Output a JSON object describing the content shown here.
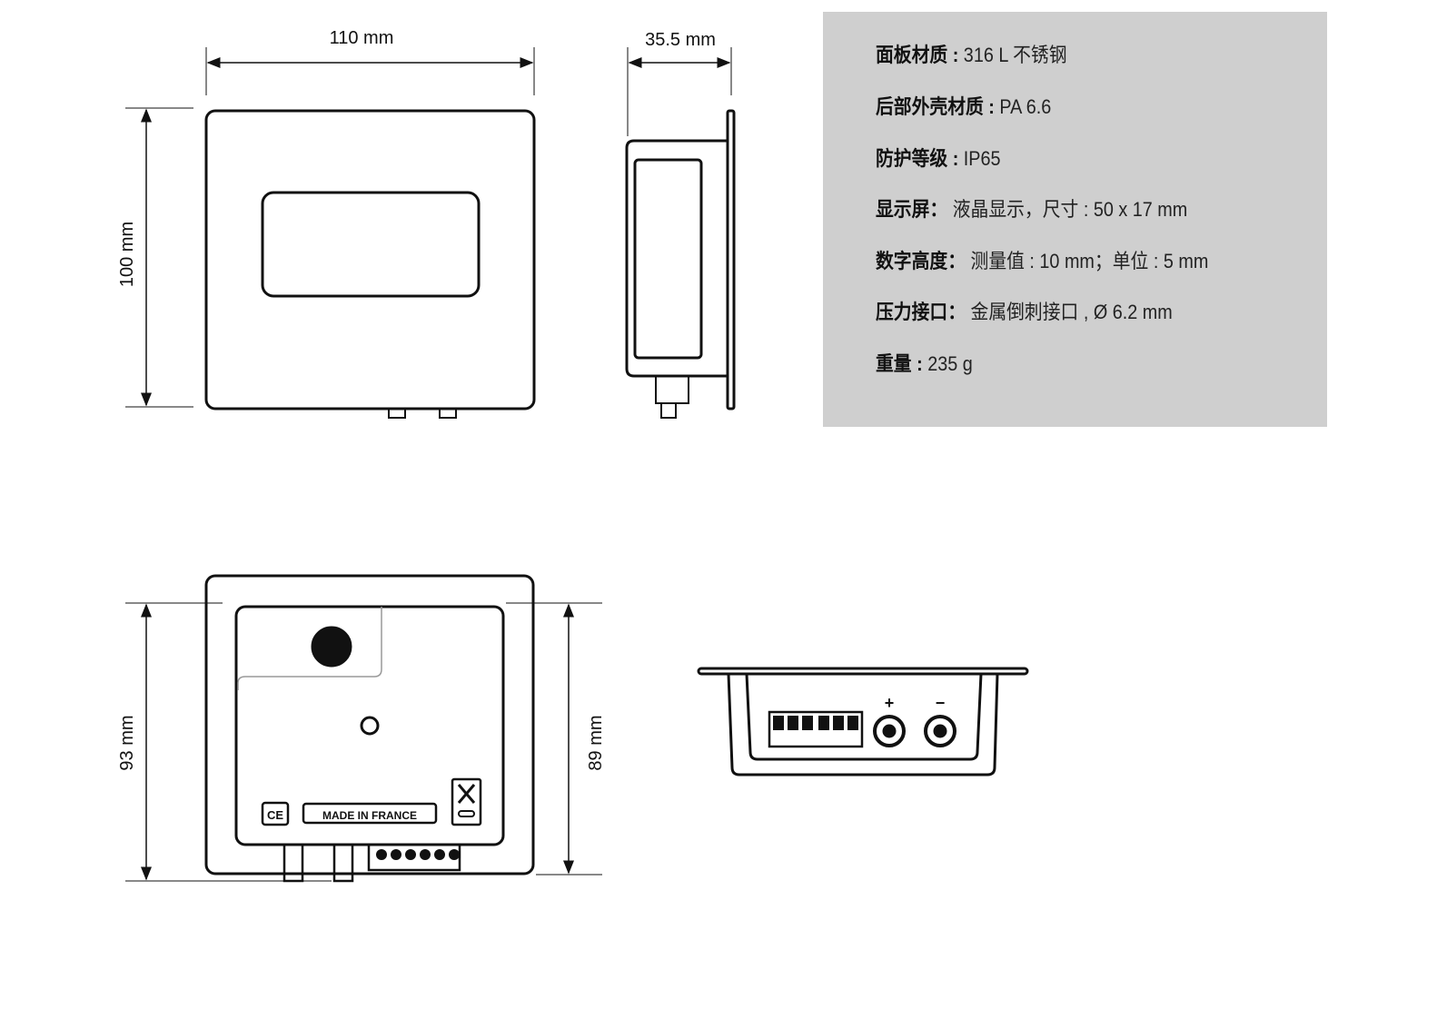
{
  "dimensions": {
    "front_width": "110 mm",
    "front_height": "100 mm",
    "side_depth": "35.5 mm",
    "back_outer_height": "93 mm",
    "back_inner_height": "89 mm"
  },
  "back_labels": {
    "made_in": "MADE IN FRANCE",
    "ce": "CE"
  },
  "specs": [
    {
      "label": "面板材质 :",
      "value": " 316 L  不锈钢"
    },
    {
      "label": "后部外壳材质 :",
      "value": " PA 6.6"
    },
    {
      "label": "防护等级 :",
      "value": " IP65"
    },
    {
      "label": "显示屏：",
      "value": " 液晶显示，尺寸 : 50 x 17 mm"
    },
    {
      "label": "数字高度：",
      "value": " 测量值 : 10 mm；单位 : 5 mm"
    },
    {
      "label": "压力接口：",
      "value": " 金属倒刺接口 , Ø 6.2 mm"
    },
    {
      "label": "重量 :",
      "value": " 235 g"
    }
  ],
  "bottom_symbols": {
    "plus": "+",
    "minus": "−"
  },
  "colors": {
    "spec_bg": "#cfcfcf",
    "line": "#111111"
  }
}
